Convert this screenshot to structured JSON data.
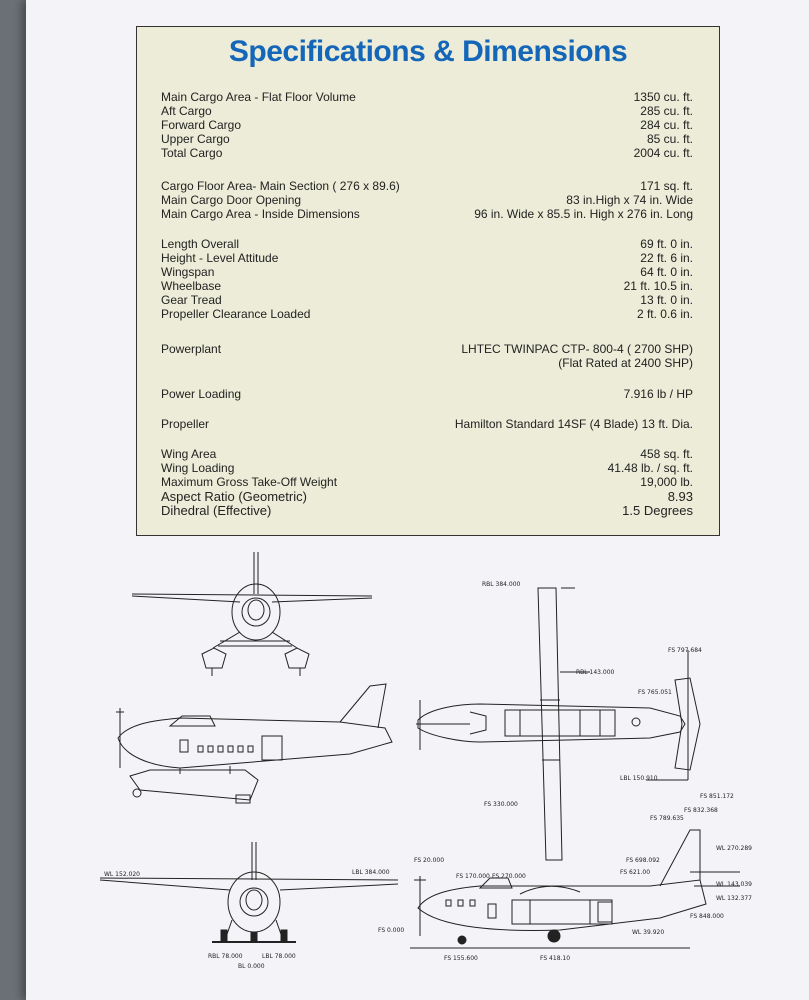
{
  "title": "Specifications & Dimensions",
  "specs": [
    {
      "label": "Main Cargo Area - Flat Floor Volume",
      "value": "1350  cu. ft."
    },
    {
      "label": "Aft Cargo",
      "value": "285  cu. ft."
    },
    {
      "label": "Forward Cargo",
      "value": "284  cu. ft."
    },
    {
      "label": "Upper Cargo",
      "value": "85  cu. ft."
    },
    {
      "label": "Total Cargo",
      "value": "2004  cu. ft."
    },
    {
      "label": "Cargo Floor Area- Main Section ( 276 x 89.6)",
      "value": "171 sq. ft."
    },
    {
      "label": "Main Cargo Door Opening",
      "value": "83 in.High x 74 in. Wide"
    },
    {
      "label": "Main Cargo Area - Inside Dimensions",
      "value": "96 in. Wide x 85.5 in. High x 276 in. Long"
    },
    {
      "label": "Length Overall",
      "value": "69 ft.  0 in."
    },
    {
      "label": "Height  - Level Attitude",
      "value": "22 ft.  6 in."
    },
    {
      "label": "Wingspan",
      "value": "64 ft.  0 in."
    },
    {
      "label": "Wheelbase",
      "value": "21 ft.  10.5 in."
    },
    {
      "label": "Gear Tread",
      "value": "13 ft.  0 in."
    },
    {
      "label": "Propeller Clearance Loaded",
      "value": "2 ft.  0.6 in."
    },
    {
      "label": "Powerplant",
      "value": "LHTEC TWINPAC CTP- 800-4 ( 2700 SHP)"
    },
    {
      "label": "",
      "value": "(Flat Rated at 2400 SHP)"
    },
    {
      "label": "Power Loading",
      "value": "7.916 lb / HP"
    },
    {
      "label": "Propeller",
      "value": "Hamilton Standard 14SF (4 Blade) 13 ft. Dia."
    },
    {
      "label": "Wing Area",
      "value": "458 sq. ft."
    },
    {
      "label": "Wing Loading",
      "value": "41.48 lb. / sq. ft."
    },
    {
      "label": "Maximum Gross Take-Off Weight",
      "value": "19,000 lb."
    },
    {
      "label": "Aspect Ratio (Geometric)",
      "value": "8.93"
    },
    {
      "label": "Dihedral (Effective)",
      "value": "1.5 Degrees"
    }
  ],
  "drawing_labels": {
    "rbl_384": "RBL 384.000",
    "rbl_143": "RBL 143.000",
    "fs_797": "FS 797.684",
    "fs_765": "FS 765.051",
    "lbl_150": "LBL 150.910",
    "fs_851": "FS 851.172",
    "fs_330": "FS 330.000",
    "fs_832": "FS 832.368",
    "fs_789": "FS 789.635",
    "wl_270": "WL 270.289",
    "wl_152": "WL 152.020",
    "lbl_384": "LBL 384.000",
    "fs_20": "FS 20.000",
    "fs_170": "FS 170.000",
    "fs_270": "FS 270.000",
    "fs_698": "FS 698.092",
    "fs_621": "FS 621.00",
    "wl_143": "WL 143.039",
    "wl_132": "WL 132.377",
    "fs_848": "FS 848.000",
    "fs_0": "FS 0.000",
    "wl_39": "WL 39.920",
    "fs_155": "FS 155.600",
    "fs_418": "FS 418.10",
    "rbl_78": "RBL 78.000",
    "lbl_78": "LBL 78.000",
    "bl_0": "BL 0.000"
  }
}
